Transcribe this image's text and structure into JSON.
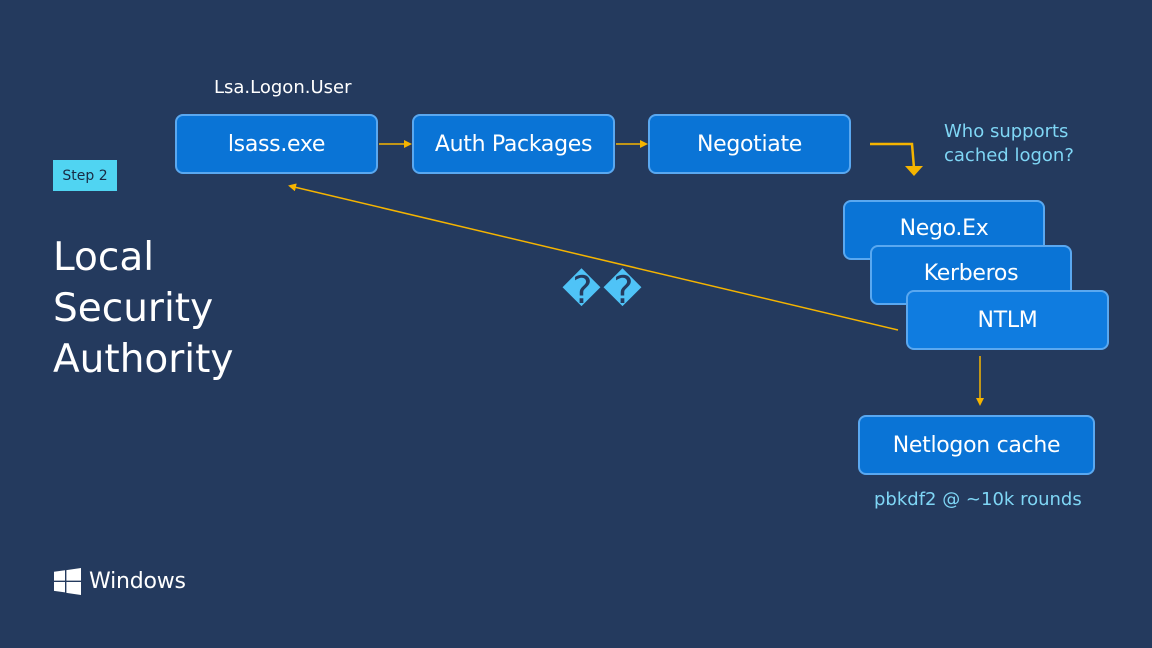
{
  "labels": {
    "api_call": "Lsa.Logon.User",
    "step": "Step 2",
    "title_lines": [
      "Local",
      "Security",
      "Authority"
    ],
    "question_lines": [
      "Who supports",
      "cached logon?"
    ],
    "note": "pbkdf2 @ ~10k rounds",
    "glyphs": "��",
    "brand": "Windows"
  },
  "boxes": {
    "lsass": "lsass.exe",
    "auth_packages": "Auth Packages",
    "negotiate": "Negotiate",
    "negoex": "Nego.Ex",
    "kerberos": "Kerberos",
    "ntlm": "NTLM",
    "netlogon_cache": "Netlogon cache"
  },
  "colors": {
    "background": "#243a5e",
    "box_fill": "#0a74d6",
    "box_border": "#5aa8f0",
    "arrow": "#f5b400",
    "step_fill": "#50d4f2",
    "accent_text": "#7fd6f5"
  },
  "icons": {
    "logo": "windows-logo-icon"
  }
}
